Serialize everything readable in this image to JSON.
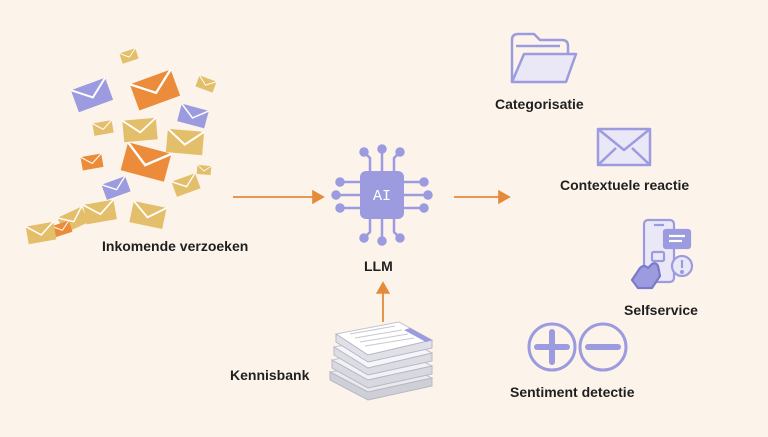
{
  "diagram": {
    "incoming_label": "Inkomende verzoeken",
    "llm_label": "LLM",
    "ai_chip_text": "AI",
    "knowledge_label": "Kennisbank",
    "outputs": [
      {
        "label": "Categorisatie",
        "icon": "folder-icon"
      },
      {
        "label": "Contextuele reactie",
        "icon": "envelope-icon"
      },
      {
        "label": "Selfservice",
        "icon": "phone-chat-icon"
      },
      {
        "label": "Sentiment detectie",
        "icon": "plus-minus-icon"
      }
    ]
  },
  "colors": {
    "background": "#fcf4ea",
    "purple": "#9c9be0",
    "purple_dark": "#7b7ac8",
    "orange": "#ec8b3a",
    "yellow": "#e4bf6b",
    "arrow": "#e48a3a"
  }
}
